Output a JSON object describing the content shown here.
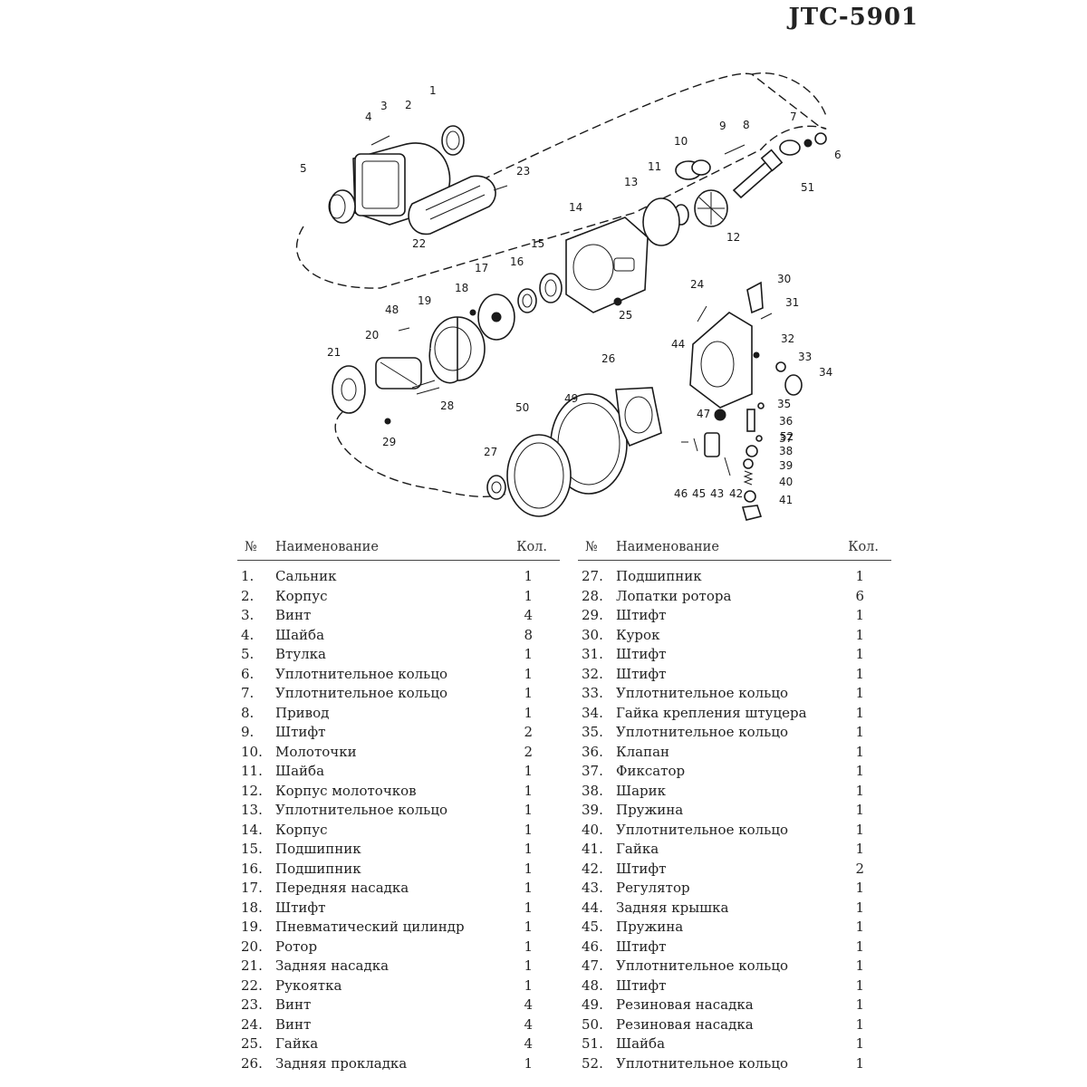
{
  "header": {
    "model": "JTC-5901"
  },
  "diagram": {
    "callouts": [
      "1",
      "2",
      "3",
      "4",
      "5",
      "6",
      "7",
      "8",
      "9",
      "10",
      "11",
      "12",
      "13",
      "14",
      "15",
      "16",
      "17",
      "18",
      "19",
      "20",
      "21",
      "22",
      "23",
      "24",
      "25",
      "26",
      "27",
      "28",
      "29",
      "30",
      "31",
      "32",
      "33",
      "34",
      "35",
      "36",
      "37",
      "38",
      "39",
      "40",
      "41",
      "42",
      "43",
      "44",
      "45",
      "46",
      "47",
      "48",
      "49",
      "50",
      "51",
      "52"
    ]
  },
  "table": {
    "headers": {
      "number": "№",
      "name": "Наименование",
      "qty": "Кол."
    },
    "left": [
      {
        "n": "1.",
        "name": "Сальник",
        "qty": "1"
      },
      {
        "n": "2.",
        "name": "Корпус",
        "qty": "1"
      },
      {
        "n": "3.",
        "name": "Винт",
        "qty": "4"
      },
      {
        "n": "4.",
        "name": "Шайба",
        "qty": "8"
      },
      {
        "n": "5.",
        "name": "Втулка",
        "qty": "1"
      },
      {
        "n": "6.",
        "name": "Уплотнительное кольцо",
        "qty": "1"
      },
      {
        "n": "7.",
        "name": "Уплотнительное кольцо",
        "qty": "1"
      },
      {
        "n": "8.",
        "name": "Привод",
        "qty": "1"
      },
      {
        "n": "9.",
        "name": "Штифт",
        "qty": "2"
      },
      {
        "n": "10.",
        "name": "Молоточки",
        "qty": "2"
      },
      {
        "n": "11.",
        "name": "Шайба",
        "qty": "1"
      },
      {
        "n": "12.",
        "name": "Корпус молоточков",
        "qty": "1"
      },
      {
        "n": "13.",
        "name": "Уплотнительное кольцо",
        "qty": "1"
      },
      {
        "n": "14.",
        "name": "Корпус",
        "qty": "1"
      },
      {
        "n": "15.",
        "name": "Подшипник",
        "qty": "1"
      },
      {
        "n": "16.",
        "name": "Подшипник",
        "qty": "1"
      },
      {
        "n": "17.",
        "name": "Передняя насадка",
        "qty": "1"
      },
      {
        "n": "18.",
        "name": "Штифт",
        "qty": "1"
      },
      {
        "n": "19.",
        "name": "Пневматический цилиндр",
        "qty": "1"
      },
      {
        "n": "20.",
        "name": "Ротор",
        "qty": "1"
      },
      {
        "n": "21.",
        "name": "Задняя насадка",
        "qty": "1"
      },
      {
        "n": "22.",
        "name": "Рукоятка",
        "qty": "1"
      },
      {
        "n": "23.",
        "name": "Винт",
        "qty": "4"
      },
      {
        "n": "24.",
        "name": "Винт",
        "qty": "4"
      },
      {
        "n": "25.",
        "name": "Гайка",
        "qty": "4"
      },
      {
        "n": "26.",
        "name": "Задняя прокладка",
        "qty": "1"
      }
    ],
    "right": [
      {
        "n": "27.",
        "name": "Подшипник",
        "qty": "1"
      },
      {
        "n": "28.",
        "name": "Лопатки ротора",
        "qty": "6"
      },
      {
        "n": "29.",
        "name": "Штифт",
        "qty": "1"
      },
      {
        "n": "30.",
        "name": "Курок",
        "qty": "1"
      },
      {
        "n": "31.",
        "name": "Штифт",
        "qty": "1"
      },
      {
        "n": "32.",
        "name": "Штифт",
        "qty": "1"
      },
      {
        "n": "33.",
        "name": "Уплотнительное кольцо",
        "qty": "1"
      },
      {
        "n": "34.",
        "name": "Гайка крепления штуцера",
        "qty": "1"
      },
      {
        "n": "35.",
        "name": "Уплотнительное кольцо",
        "qty": "1"
      },
      {
        "n": "36.",
        "name": "Клапан",
        "qty": "1"
      },
      {
        "n": "37.",
        "name": "Фиксатор",
        "qty": "1"
      },
      {
        "n": "38.",
        "name": "Шарик",
        "qty": "1"
      },
      {
        "n": "39.",
        "name": "Пружина",
        "qty": "1"
      },
      {
        "n": "40.",
        "name": "Уплотнительное кольцо",
        "qty": "1"
      },
      {
        "n": "41.",
        "name": "Гайка",
        "qty": "1"
      },
      {
        "n": "42.",
        "name": "Штифт",
        "qty": "2"
      },
      {
        "n": "43.",
        "name": "Регулятор",
        "qty": "1"
      },
      {
        "n": "44.",
        "name": "Задняя крышка",
        "qty": "1"
      },
      {
        "n": "45.",
        "name": "Пружина",
        "qty": "1"
      },
      {
        "n": "46.",
        "name": "Штифт",
        "qty": "1"
      },
      {
        "n": "47.",
        "name": "Уплотнительное кольцо",
        "qty": "1"
      },
      {
        "n": "48.",
        "name": "Штифт",
        "qty": "1"
      },
      {
        "n": "49.",
        "name": "Резиновая насадка",
        "qty": "1"
      },
      {
        "n": "50.",
        "name": "Резиновая насадка",
        "qty": "1"
      },
      {
        "n": "51.",
        "name": "Шайба",
        "qty": "1"
      },
      {
        "n": "52.",
        "name": "Уплотнительное кольцо",
        "qty": "1"
      }
    ]
  }
}
